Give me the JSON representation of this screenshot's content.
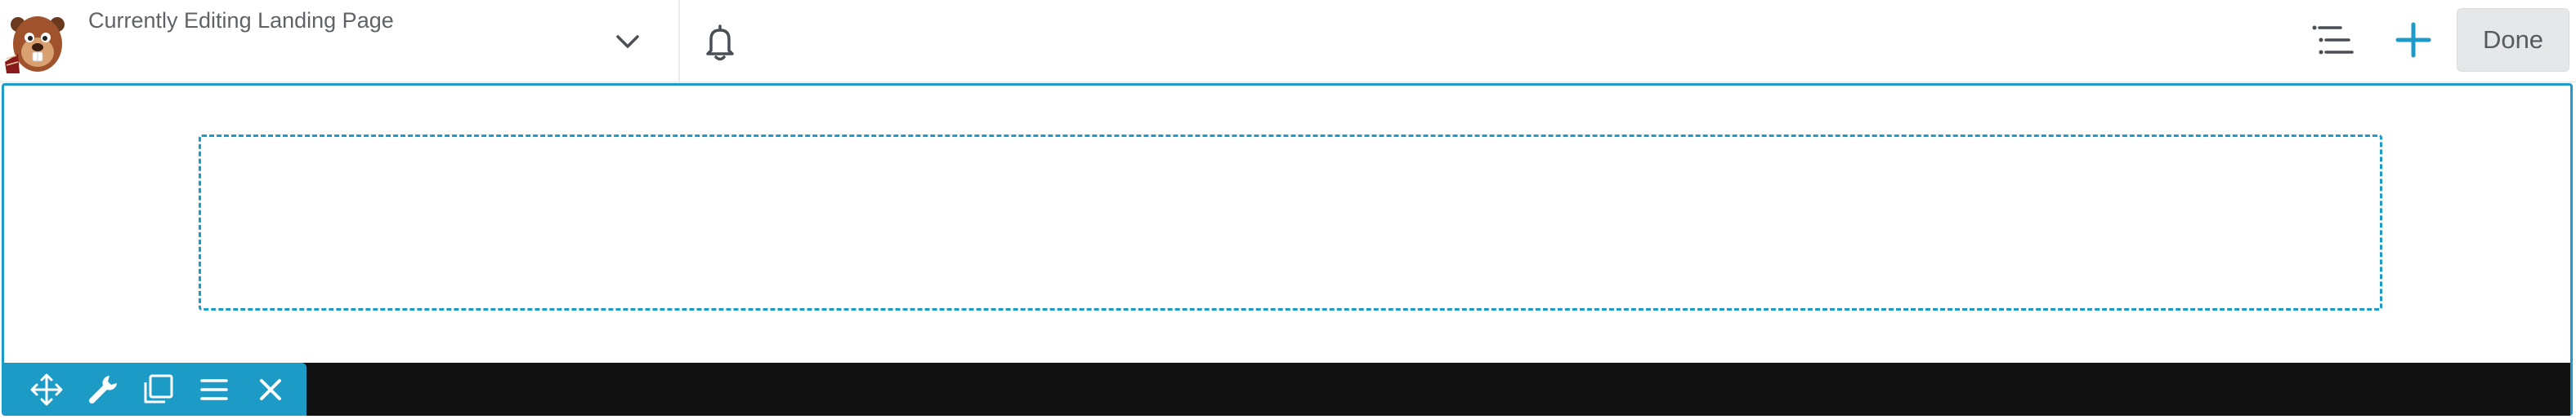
{
  "header": {
    "page_label": "Currently Editing Landing Page",
    "done_label": "Done"
  },
  "icons": {
    "logo": "beaver-mascot-logo",
    "page_menu": "chevron-down-icon",
    "notifications": "bell-icon",
    "outline": "outline-list-icon",
    "add": "plus-icon",
    "row_tools": [
      "move-icon",
      "wrench-icon",
      "duplicate-icon",
      "menu-icon",
      "close-icon"
    ]
  },
  "colors": {
    "accent": "#1d9bc7",
    "row_bar": "#111111",
    "done_bg": "#e6e7e9",
    "text": "#5f6368"
  }
}
